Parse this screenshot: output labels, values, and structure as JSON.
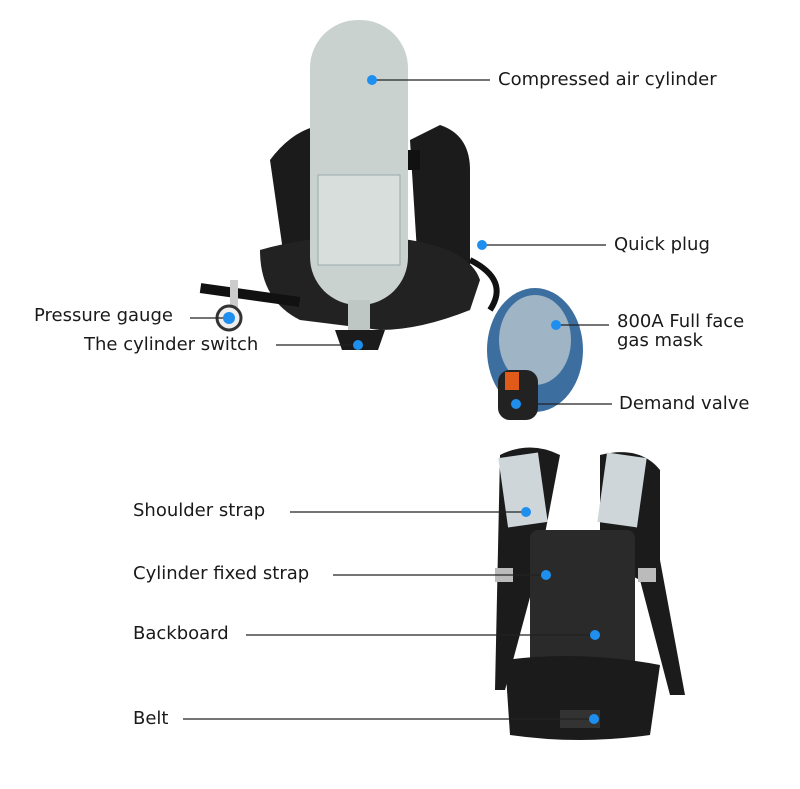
{
  "colors": {
    "dot": "#1e8fef",
    "line": "#222222",
    "equipment": "#1b1b1b",
    "cylinder": "#c9d2cf",
    "mask": "#3c6fa0"
  },
  "labels": {
    "cylinder": "Compressed air cylinder",
    "quick_plug": "Quick plug",
    "pressure_gauge": "Pressure gauge",
    "cylinder_switch": "The cylinder switch",
    "mask_line1": "800A Full face",
    "mask_line2": "gas mask",
    "demand_valve": "Demand valve",
    "shoulder_strap": "Shoulder strap",
    "cylinder_fixed_strap": "Cylinder fixed strap",
    "backboard": "Backboard",
    "belt": "Belt"
  }
}
